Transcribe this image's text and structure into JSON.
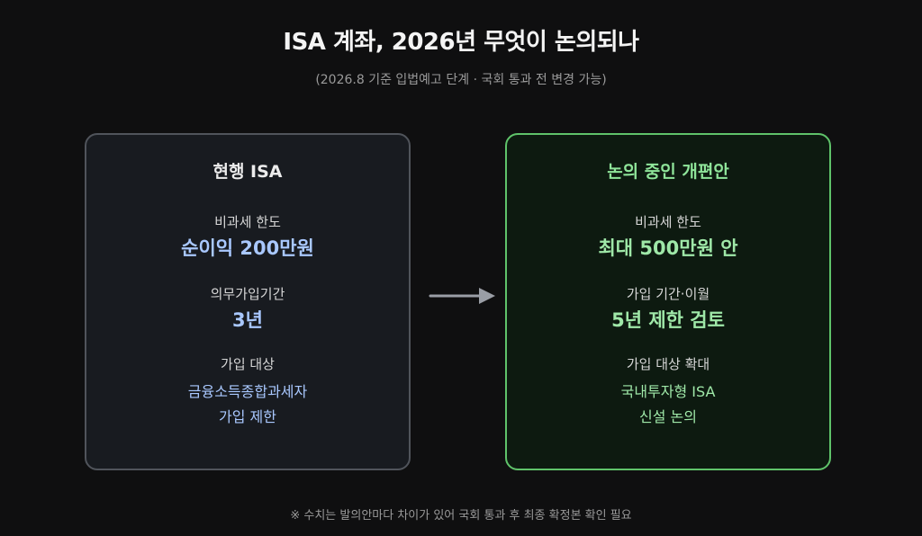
{
  "header": {
    "title": "ISA 계좌, 2026년 무엇이 논의되나",
    "subtitle": "(2026.8 기준 입법예고 단계 · 국회 통과 전 변경 가능)"
  },
  "current": {
    "title": "현행 ISA",
    "limit_label": "비과세 한도",
    "limit_value": "순이익 200만원",
    "period_label": "의무가입기간",
    "period_value": "3년",
    "eligibility_label": "가입 대상",
    "eligibility_line1": "금융소득종합과세자",
    "eligibility_line2": "가입 제한"
  },
  "proposed": {
    "title": "논의 중인 개편안",
    "limit_label": "비과세 한도",
    "limit_value": "최대 500만원 안",
    "period_label": "가입 기간·이월",
    "period_value": "5년 제한 검토",
    "eligibility_label": "가입 대상 확대",
    "eligibility_line1": "국내투자형 ISA",
    "eligibility_line2": "신설 논의"
  },
  "footnote": "※ 수치는 발의안마다 차이가 있어 국회 통과 후 최종 확정본 확인 필요",
  "colors": {
    "background": "#0f0f10",
    "current_accent": "#a9c8ff",
    "proposed_accent": "#9fe8a8",
    "proposed_border": "#5fc36a",
    "arrow": "#9a9ea6"
  }
}
